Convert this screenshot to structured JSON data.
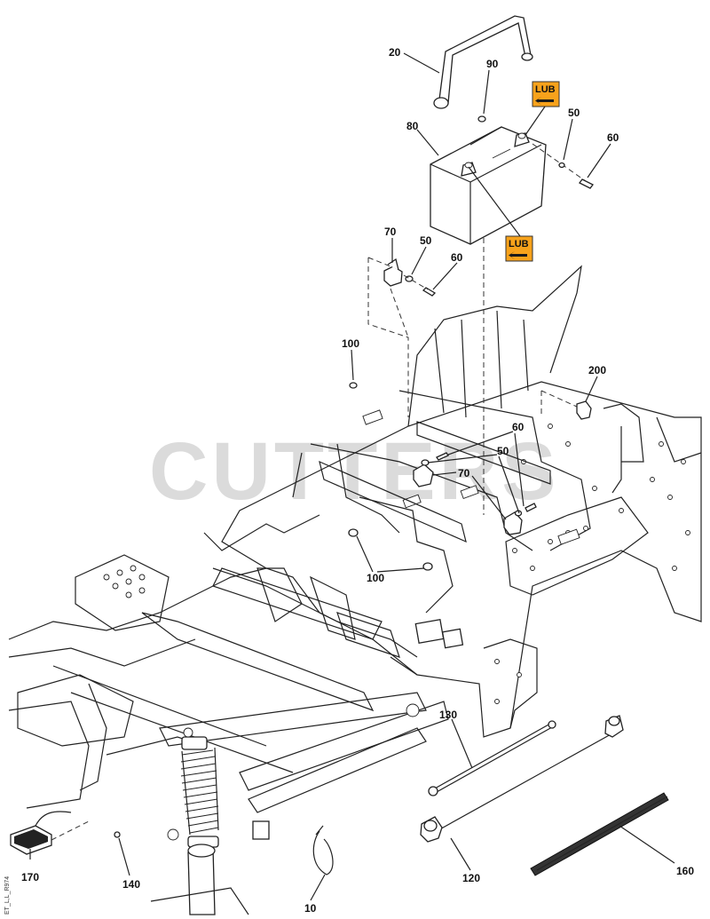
{
  "watermark": "CUTTERS",
  "reference_code": "ET_L,L_R974",
  "lub_label": "LUB",
  "callouts": [
    {
      "id": "c20",
      "text": "20"
    },
    {
      "id": "c90",
      "text": "90"
    },
    {
      "id": "c80",
      "text": "80"
    },
    {
      "id": "c50a",
      "text": "50"
    },
    {
      "id": "c60a",
      "text": "60"
    },
    {
      "id": "c70a",
      "text": "70"
    },
    {
      "id": "c50b",
      "text": "50"
    },
    {
      "id": "c60b",
      "text": "60"
    },
    {
      "id": "c100a",
      "text": "100"
    },
    {
      "id": "c200",
      "text": "200"
    },
    {
      "id": "c60c",
      "text": "60"
    },
    {
      "id": "c50c",
      "text": "50"
    },
    {
      "id": "c70b",
      "text": "70"
    },
    {
      "id": "c100b",
      "text": "100"
    },
    {
      "id": "c130",
      "text": "130"
    },
    {
      "id": "c120",
      "text": "120"
    },
    {
      "id": "c160",
      "text": "160"
    },
    {
      "id": "c170",
      "text": "170"
    },
    {
      "id": "c140",
      "text": "140"
    },
    {
      "id": "c10",
      "text": "10"
    }
  ],
  "colors": {
    "lub_badge": "#f7a21b",
    "lub_arrow": "#1a1a1a",
    "watermark": "#cfcfcf"
  }
}
